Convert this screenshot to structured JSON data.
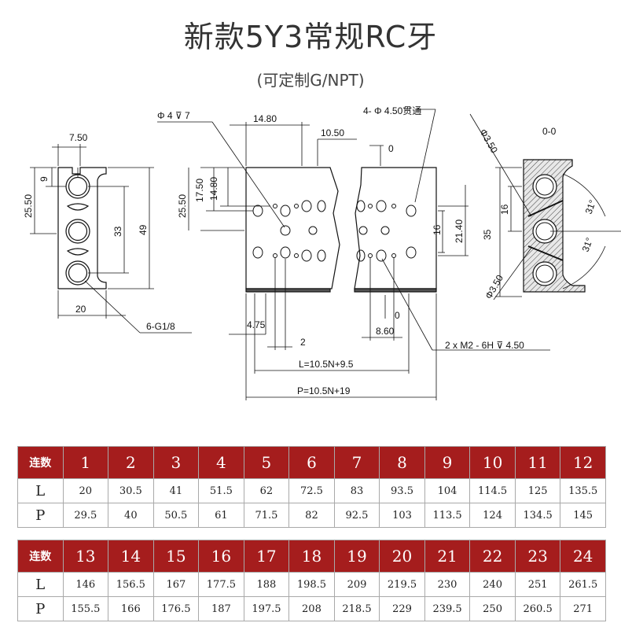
{
  "title": "新款5Y3常规RC牙",
  "subtitle": "(可定制G/NPT)",
  "drawing": {
    "left_view": {
      "d_top": "7.50",
      "d_9": "9",
      "d_25_50": "25.50",
      "d_33": "33",
      "d_49": "49",
      "d_20": "20",
      "port": "6-G1/8"
    },
    "front_view": {
      "hole_depth": "Φ 4 ⊽ 7",
      "d_14_80_top": "14.80",
      "d_10_50": "10.50",
      "thru_holes": "4- Φ 4.50贯通",
      "d_25_50": "25.50",
      "d_17_50": "17.50",
      "d_14_80": "14.80",
      "zero_top": "0",
      "d_16": "16",
      "d_21_40": "21.40",
      "d_4_75": "4.75",
      "d_2": "2",
      "zero_bottom": "0",
      "d_8_60": "8.60",
      "thread": "2 x  M2 - 6H ⊽ 4.50",
      "L_formula": "L=10.5N+9.5",
      "P_formula": "P=10.5N+19"
    },
    "side_view": {
      "d_3_50_top": "Φ3.50",
      "marker": "0-0",
      "d_16": "16",
      "d_35": "35",
      "angle_top": "31°",
      "angle_bottom": "31°",
      "d_3_50_bottom": "Φ3.50"
    }
  },
  "tables": [
    {
      "header_label": "连数",
      "counts": [
        "1",
        "2",
        "3",
        "4",
        "5",
        "6",
        "7",
        "8",
        "9",
        "10",
        "11",
        "12"
      ],
      "rows": [
        {
          "label": "L",
          "values": [
            "20",
            "30.5",
            "41",
            "51.5",
            "62",
            "72.5",
            "83",
            "93.5",
            "104",
            "114.5",
            "125",
            "135.5"
          ]
        },
        {
          "label": "P",
          "values": [
            "29.5",
            "40",
            "50.5",
            "61",
            "71.5",
            "82",
            "92.5",
            "103",
            "113.5",
            "124",
            "134.5",
            "145"
          ]
        }
      ]
    },
    {
      "header_label": "连数",
      "counts": [
        "13",
        "14",
        "15",
        "16",
        "17",
        "18",
        "19",
        "20",
        "21",
        "22",
        "23",
        "24"
      ],
      "rows": [
        {
          "label": "L",
          "values": [
            "146",
            "156.5",
            "167",
            "177.5",
            "188",
            "198.5",
            "209",
            "219.5",
            "230",
            "240",
            "251",
            "261.5"
          ]
        },
        {
          "label": "P",
          "values": [
            "155.5",
            "166",
            "176.5",
            "187",
            "197.5",
            "208",
            "218.5",
            "229",
            "239.5",
            "250",
            "260.5",
            "271"
          ]
        }
      ]
    }
  ]
}
